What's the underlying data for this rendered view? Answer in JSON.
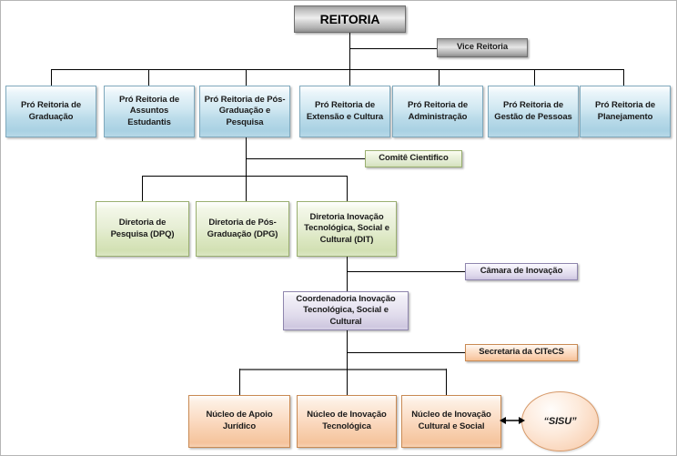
{
  "diagram": {
    "title": "Organograma REITORIA",
    "colors": {
      "root": "#b0b0b0",
      "level1": "#bcdcea",
      "level2": "#dde8c4",
      "level3": "#ddd8ea",
      "level4": "#f8d0b0",
      "line": "#000000",
      "line_thick": "#6e6e6e"
    },
    "nodes": {
      "reitoria": "REITORIA",
      "vice_reitoria": "Vice Reitoria",
      "pro_graduacao": "Pró Reitoria de Graduação",
      "pro_assuntos": "Pró Reitoria de Assuntos Estudantis",
      "pro_pos": "Pró Reitoria de Pós-Graduação e Pesquisa",
      "pro_extensao": "Pró Reitoria de Extensão e Cultura",
      "pro_administracao": "Pró Reitoria de Administração",
      "pro_gestao": "Pró Reitoria de Gestão de Pessoas",
      "pro_planejamento": "Pró Reitoria de Planejamento",
      "comite": "Comitê Cientifico",
      "dir_pesquisa": "Diretoria de Pesquisa (DPQ)",
      "dir_pos": "Diretoria de Pós-Graduação (DPG)",
      "dir_inovacao": "Diretoria Inovação Tecnológica, Social e Cultural (DIT)",
      "camara": "Câmara de Inovação",
      "coordenadoria": "Coordenadoria Inovação Tecnológica, Social e Cultural",
      "secretaria": "Secretaria da CITeCS",
      "nucleo_juridico": "Núcleo de Apoio Jurídico",
      "nucleo_tecnologica": "Núcleo de Inovação Tecnológica",
      "nucleo_cultural": "Núcleo de Inovação Cultural e Social",
      "sisu": "“SISU”"
    }
  }
}
